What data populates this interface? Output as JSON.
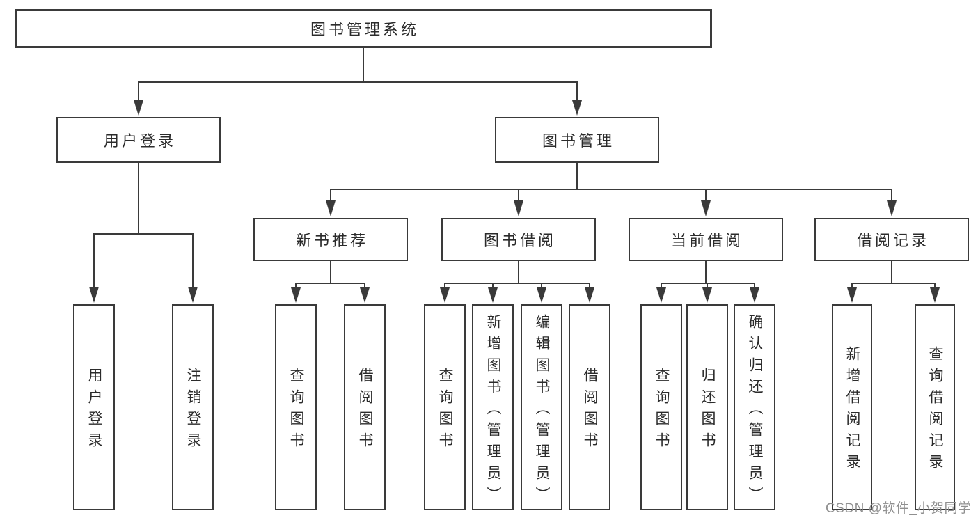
{
  "title": "图书管理系统",
  "watermark": "CSDN @软件_小贺同学",
  "colors": {
    "line": "#3a3a3a",
    "box_border": "#3a3a3a",
    "text": "#2b2b2b",
    "watermark_text": "#8f8f8f",
    "background": "#ffffff"
  },
  "tree": {
    "root": "图书管理系统",
    "children": [
      {
        "label": "用户登录",
        "children": [
          {
            "label": "用户登录"
          },
          {
            "label": "注销登录"
          }
        ]
      },
      {
        "label": "图书管理",
        "children": [
          {
            "label": "新书推荐",
            "children": [
              {
                "label": "查询图书"
              },
              {
                "label": "借阅图书"
              }
            ]
          },
          {
            "label": "图书借阅",
            "children": [
              {
                "label": "查询图书"
              },
              {
                "label": "新增图书（管理员）"
              },
              {
                "label": "编辑图书（管理员）"
              },
              {
                "label": "借阅图书"
              }
            ]
          },
          {
            "label": "当前借阅",
            "children": [
              {
                "label": "查询图书"
              },
              {
                "label": "归还图书"
              },
              {
                "label": "确认归还（管理员）"
              }
            ]
          },
          {
            "label": "借阅记录",
            "children": [
              {
                "label": "新增借阅记录"
              },
              {
                "label": "查询借阅记录"
              }
            ]
          }
        ]
      }
    ]
  }
}
